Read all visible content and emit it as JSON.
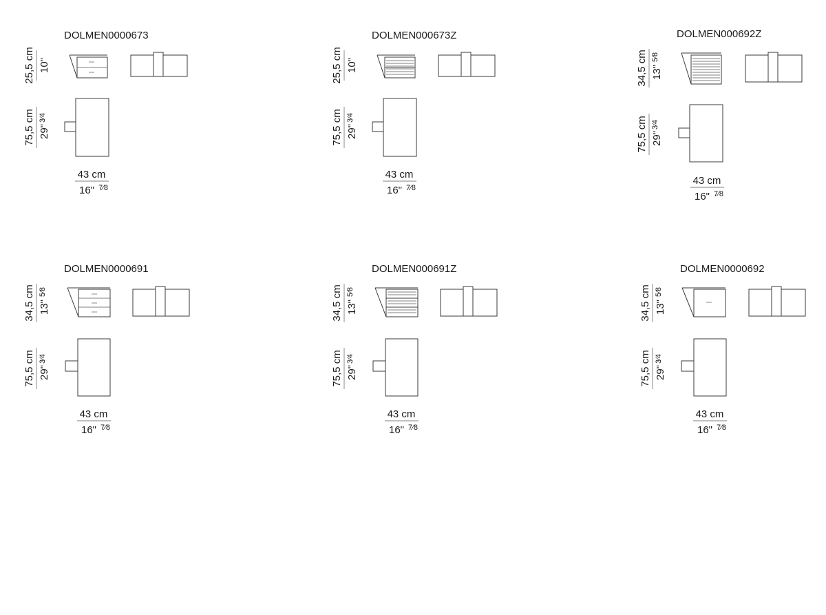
{
  "products": [
    {
      "code": "DOLMEN0000673",
      "top_h_cm": "25,5 cm",
      "top_h_in": "10\"",
      "top_h_in_frac": "",
      "height_cm": "75,5 cm",
      "height_in": "29\"",
      "height_in_frac": "3⁄4",
      "width_cm": "43 cm",
      "width_in": "16\"",
      "width_in_frac": "7⁄8",
      "drawers": 2,
      "striped": false
    },
    {
      "code": "DOLMEN000673Z",
      "top_h_cm": "25,5 cm",
      "top_h_in": "10\"",
      "top_h_in_frac": "",
      "height_cm": "75,5 cm",
      "height_in": "29\"",
      "height_in_frac": "3⁄4",
      "width_cm": "43 cm",
      "width_in": "16\"",
      "width_in_frac": "7⁄8",
      "drawers": 2,
      "striped": true
    },
    {
      "code": "DOLMEN000692Z",
      "top_h_cm": "34,5 cm",
      "top_h_in": "13\"",
      "top_h_in_frac": "5⁄8",
      "height_cm": "75,5 cm",
      "height_in": "29\"",
      "height_in_frac": "3⁄4",
      "width_cm": "43 cm",
      "width_in": "16\"",
      "width_in_frac": "7⁄8",
      "drawers": 1,
      "striped": true
    },
    {
      "code": "DOLMEN0000691",
      "top_h_cm": "34,5 cm",
      "top_h_in": "13\"",
      "top_h_in_frac": "5⁄8",
      "height_cm": "75,5 cm",
      "height_in": "29\"",
      "height_in_frac": "3⁄4",
      "width_cm": "43 cm",
      "width_in": "16\"",
      "width_in_frac": "7⁄8",
      "drawers": 3,
      "striped": false
    },
    {
      "code": "DOLMEN000691Z",
      "top_h_cm": "34,5 cm",
      "top_h_in": "13\"",
      "top_h_in_frac": "5⁄8",
      "height_cm": "75,5 cm",
      "height_in": "29\"",
      "height_in_frac": "3⁄4",
      "width_cm": "43 cm",
      "width_in": "16\"",
      "width_in_frac": "7⁄8",
      "drawers": 3,
      "striped": true
    },
    {
      "code": "DOLMEN0000692",
      "top_h_cm": "34,5 cm",
      "top_h_in": "13\"",
      "top_h_in_frac": "5⁄8",
      "height_cm": "75,5 cm",
      "height_in": "29\"",
      "height_in_frac": "3⁄4",
      "width_cm": "43 cm",
      "width_in": "16\"",
      "width_in_frac": "7⁄8",
      "drawers": 1,
      "striped": false
    }
  ]
}
